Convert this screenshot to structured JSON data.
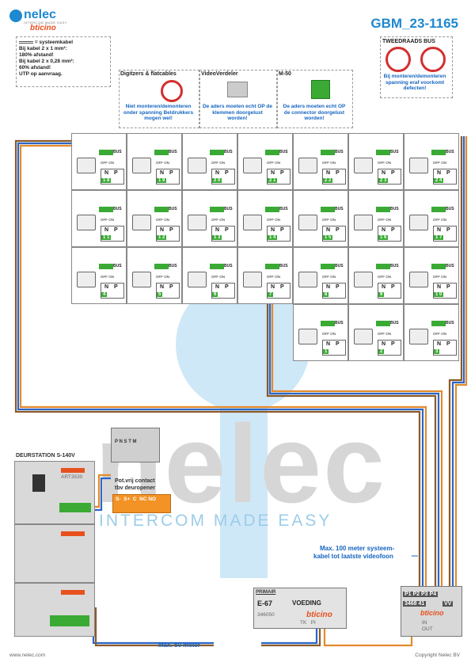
{
  "header": {
    "brand": "nelec",
    "tagline": "INTERCOM MADE EASY",
    "partner": "bticino",
    "doc_title": "GBM_23-1165"
  },
  "cable_note": {
    "legend": "= systeemkabel",
    "lines": [
      "Bij kabel 2 x 1 mm²:",
      "180% afstand!",
      "Bij kabel 2 x 0,28 mm²:",
      "60% afstand!",
      "UTP op aanvraag."
    ]
  },
  "tweedraads": {
    "title": "TWEEDRAADS BUS",
    "text": "Bij monteren/demonteren spanning eraf voorkomt defecten!"
  },
  "warnings": [
    {
      "title": "Digitzers & flatcables",
      "text": "Niet monteren/demonteren onder spanning Beldrukkers mogen wel!"
    },
    {
      "title": "VideoVerdeler",
      "text": "De aders moeten echt OP de klemmen doorgelust worden!"
    },
    {
      "title": "M-50",
      "text": "De aders moeten echt OP de connector doorgelust worden!"
    }
  ],
  "unit_labels": {
    "bus": "BUS",
    "offon": "OFF ON",
    "n": "N",
    "p": "P"
  },
  "units": {
    "row1": [
      "1 8",
      "1 9",
      "2 0",
      "2 1",
      "2 2",
      "2 3",
      "2 4"
    ],
    "row2": [
      "1 1",
      "1 2",
      "1 3",
      "1 4",
      "1 5",
      "1 6",
      "1 7"
    ],
    "row3": [
      "4",
      "5",
      "6",
      "7",
      "8",
      "9",
      "1 0"
    ],
    "row4": [
      "1",
      "2",
      "3"
    ]
  },
  "deurstation": {
    "title": "DEURSTATION S-140V",
    "art": "ART3530"
  },
  "contact": {
    "label1": "Pot.vrij contact",
    "label2": "tbv deuropener",
    "terminals": "S-  S+  C  NC NO",
    "keypad": "P N S T M"
  },
  "notes": {
    "max100_1": "Max. 100 meter systeem-",
    "max100_2": "kabel tot laatste videofoon",
    "max50": "Max. 50 meter"
  },
  "power": {
    "primair": "PRIMAIR",
    "model": "E-67",
    "voeding": "VOEDING",
    "code": "346050",
    "terms": "TK   PI"
  },
  "distributor": {
    "ports": "P1 P2 P3 P4",
    "code": "3468 41",
    "vv": "VV",
    "in": "IN",
    "out": "OUT"
  },
  "footer": {
    "url": "www.nelec.com",
    "copyright": "Copyright Nelec BV"
  },
  "colors": {
    "brand_blue": "#1e88d0",
    "wire_brown": "#8b5a2b",
    "wire_blue": "#2a66c8",
    "wire_orange": "#e28a2c",
    "bticino_orange": "#e8501e",
    "unit_green": "#3aaa35",
    "terminal_orange": "#f39325"
  }
}
